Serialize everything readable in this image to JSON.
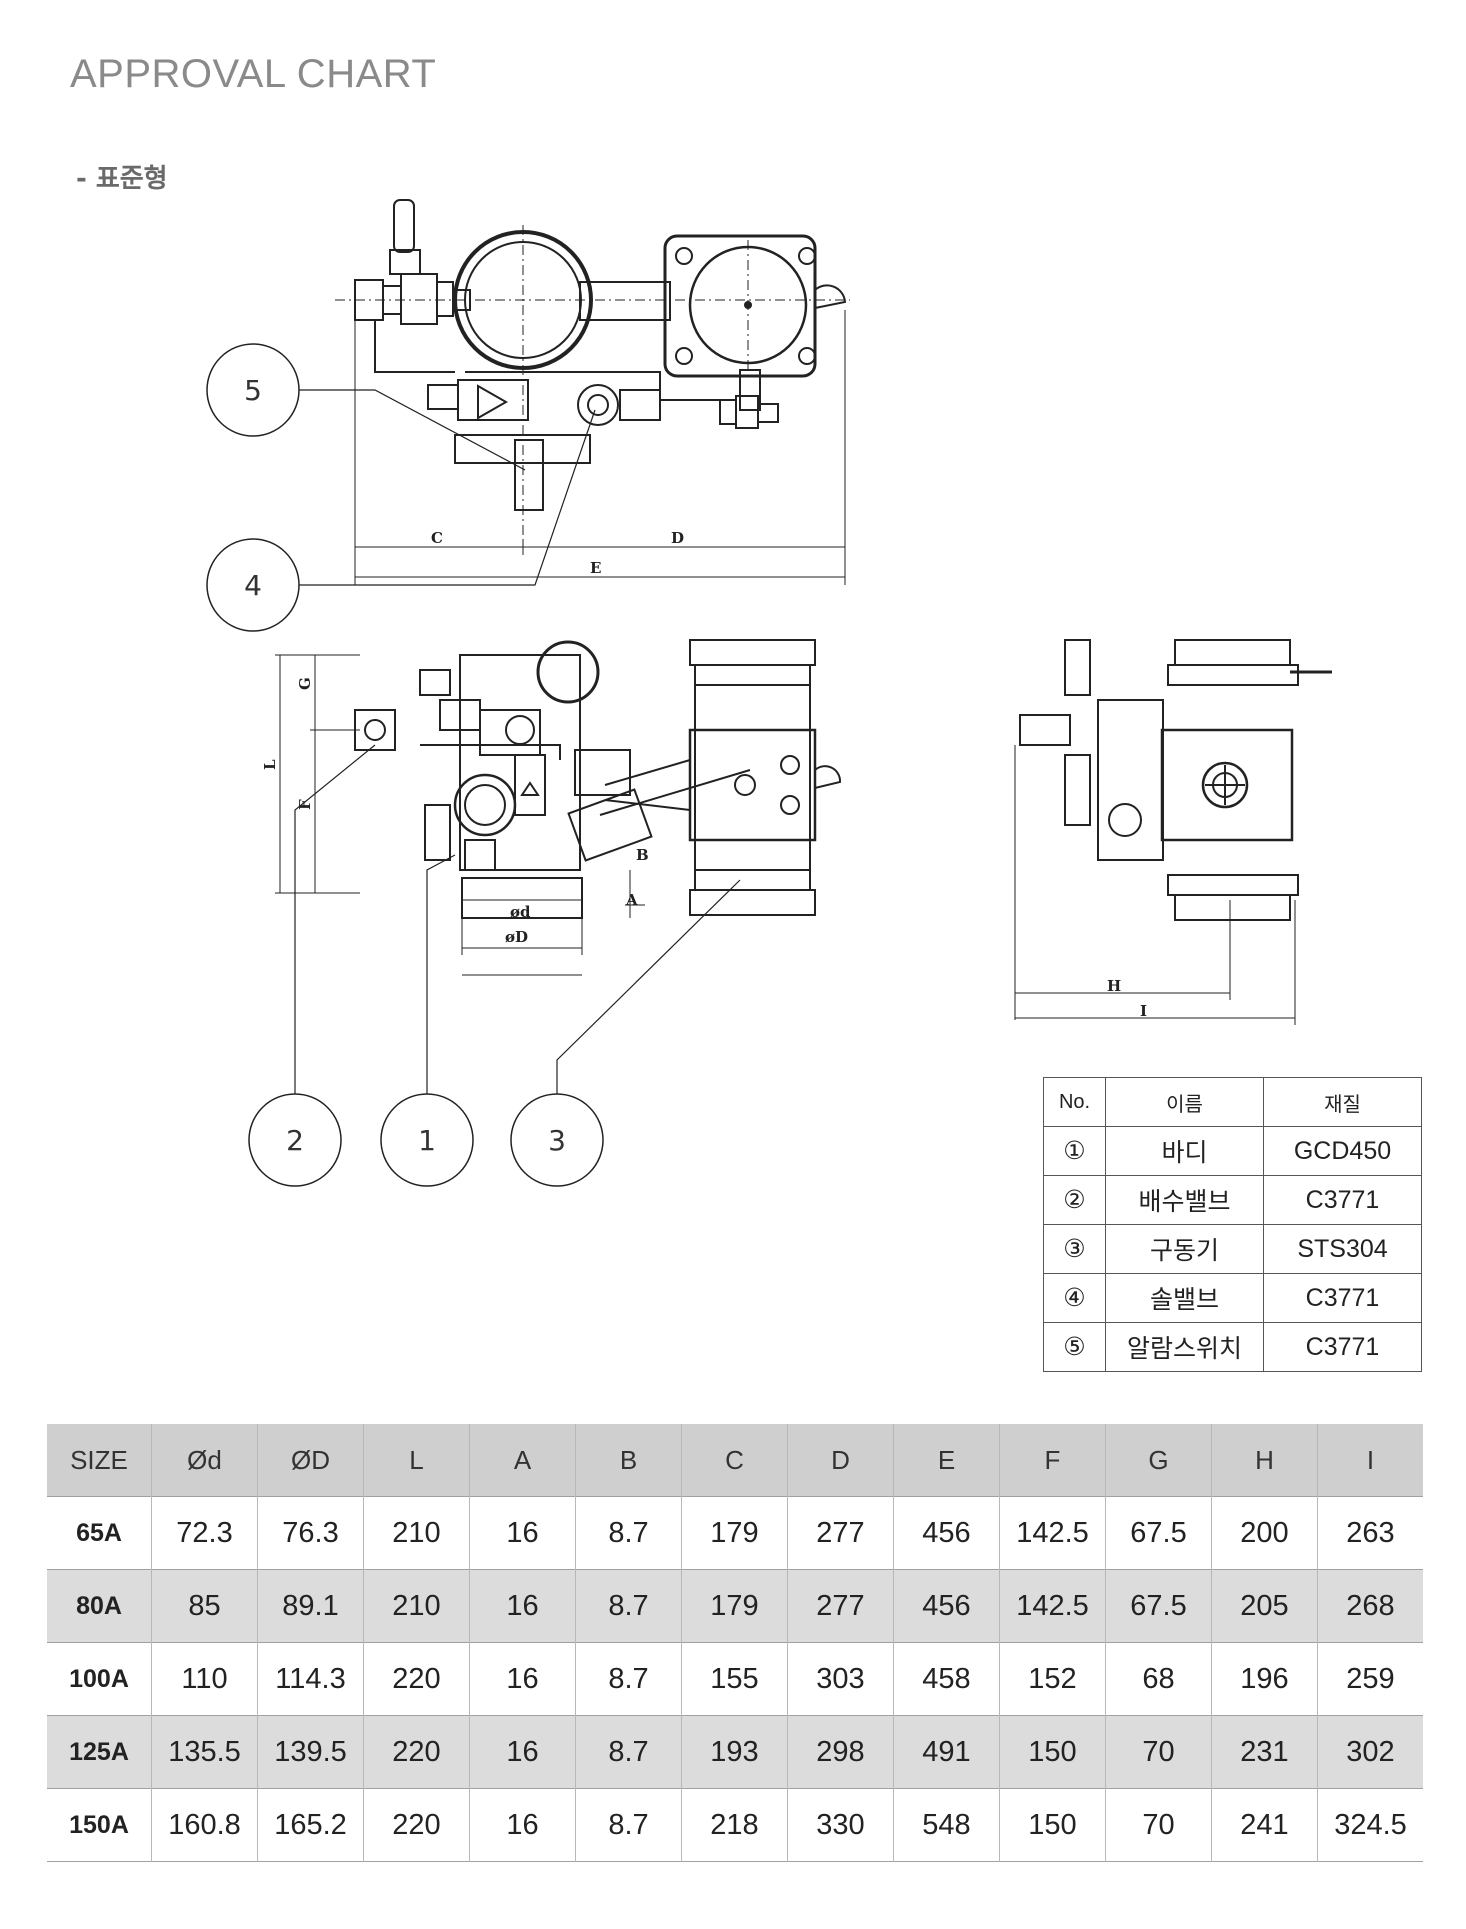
{
  "page": {
    "title": "APPROVAL CHART",
    "subtitle": "- 표준형"
  },
  "callouts": [
    "1",
    "2",
    "3",
    "4",
    "5"
  ],
  "dimension_labels": [
    "C",
    "D",
    "E",
    "G",
    "L",
    "F",
    "B",
    "A",
    "ød",
    "øD",
    "H",
    "I"
  ],
  "materials": {
    "headers": [
      "No.",
      "이름",
      "재질"
    ],
    "rows": [
      {
        "no": "①",
        "name": "바디",
        "material": "GCD450"
      },
      {
        "no": "②",
        "name": "배수밸브",
        "material": "C3771"
      },
      {
        "no": "③",
        "name": "구동기",
        "material": "STS304"
      },
      {
        "no": "④",
        "name": "솔밸브",
        "material": "C3771"
      },
      {
        "no": "⑤",
        "name": "알람스위치",
        "material": "C3771"
      }
    ]
  },
  "dimensions": {
    "headers": [
      "SIZE",
      "Ød",
      "ØD",
      "L",
      "A",
      "B",
      "C",
      "D",
      "E",
      "F",
      "G",
      "H",
      "I"
    ],
    "rows": [
      [
        "65A",
        "72.3",
        "76.3",
        "210",
        "16",
        "8.7",
        "179",
        "277",
        "456",
        "142.5",
        "67.5",
        "200",
        "263"
      ],
      [
        "80A",
        "85",
        "89.1",
        "210",
        "16",
        "8.7",
        "179",
        "277",
        "456",
        "142.5",
        "67.5",
        "205",
        "268"
      ],
      [
        "100A",
        "110",
        "114.3",
        "220",
        "16",
        "8.7",
        "155",
        "303",
        "458",
        "152",
        "68",
        "196",
        "259"
      ],
      [
        "125A",
        "135.5",
        "139.5",
        "220",
        "16",
        "8.7",
        "193",
        "298",
        "491",
        "150",
        "70",
        "231",
        "302"
      ],
      [
        "150A",
        "160.8",
        "165.2",
        "220",
        "16",
        "8.7",
        "218",
        "330",
        "548",
        "150",
        "70",
        "241",
        "324.5"
      ]
    ]
  }
}
